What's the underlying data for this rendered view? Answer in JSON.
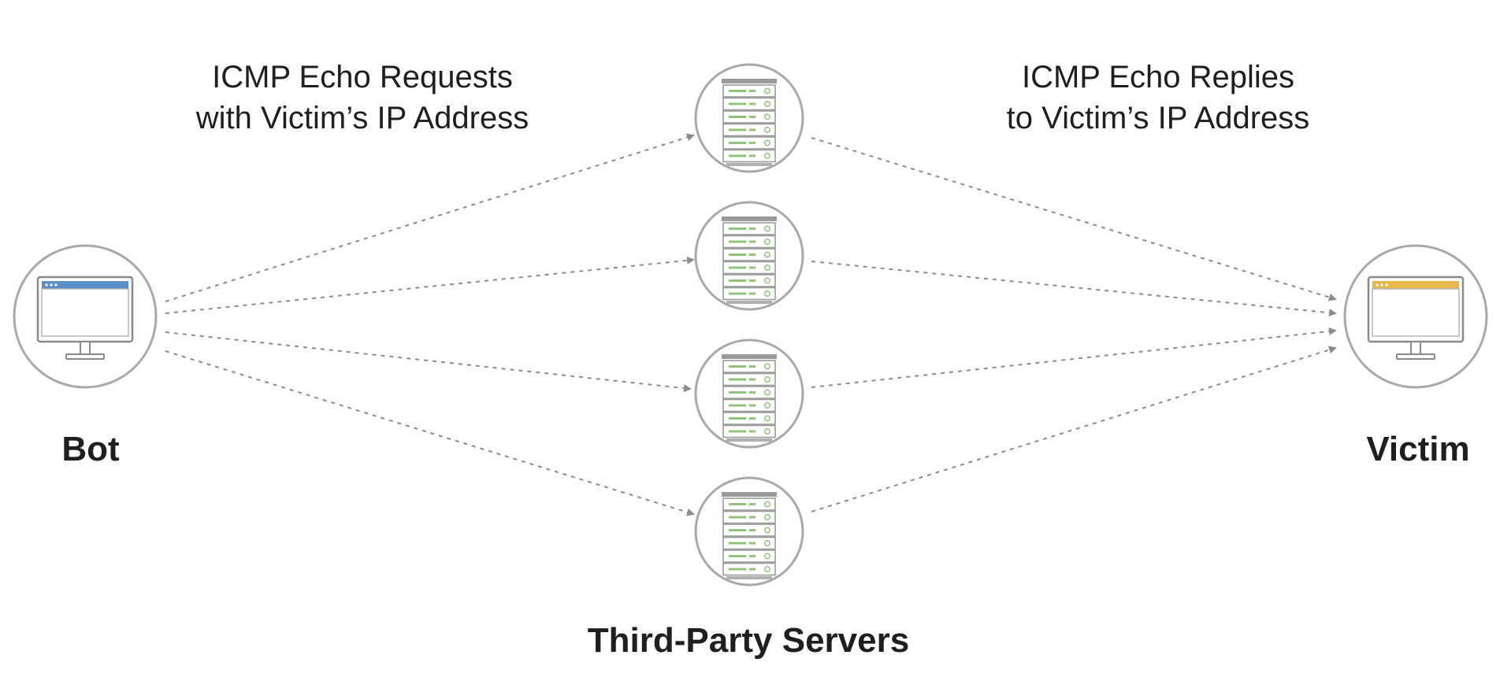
{
  "labels": {
    "requests_line1": "ICMP Echo Requests",
    "requests_line2": "with Victim’s IP Address",
    "replies_line1": "ICMP Echo Replies",
    "replies_line2": "to Victim’s IP Address",
    "bot": "Bot",
    "victim": "Victim",
    "servers": "Third-Party Servers"
  },
  "colors": {
    "circle_stroke": "#a9a9a9",
    "arrow": "#8c8c8c",
    "bot_screen_bar": "#5b8fc7",
    "victim_screen_bar": "#e8b84a",
    "server_led": "#8fc47a",
    "text": "#1f1f1f"
  },
  "nodes": {
    "bot": {
      "icon": "monitor-icon"
    },
    "victim": {
      "icon": "monitor-icon"
    },
    "servers": [
      {
        "icon": "server-rack-icon"
      },
      {
        "icon": "server-rack-icon"
      },
      {
        "icon": "server-rack-icon"
      },
      {
        "icon": "server-rack-icon"
      }
    ]
  }
}
